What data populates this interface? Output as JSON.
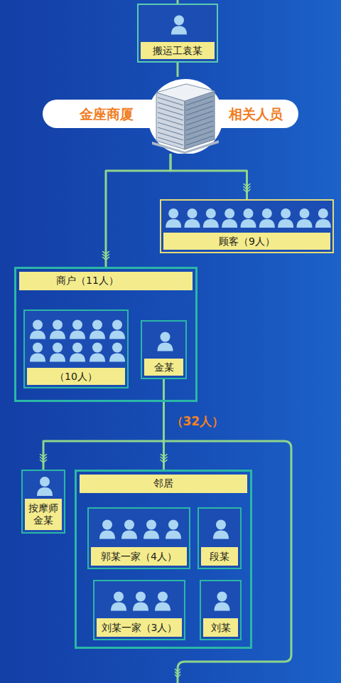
{
  "diagram": {
    "nodes": [
      {
        "text": [
          "搬运工袁某"
        ]
      },
      {
        "text": [
          "金座商厦",
          "相关人员"
        ]
      },
      {
        "text": [
          "顾客（9人）"
        ]
      },
      {
        "text": [
          "商户（11人）"
        ]
      },
      {
        "text": [
          "（10人）"
        ],
        "in": 3
      },
      {
        "text": [
          "金某"
        ],
        "in": 3
      },
      {
        "text": [
          "按摩师金某"
        ]
      },
      {
        "text": [
          "邻居"
        ]
      },
      {
        "text": [
          "郭某一家（4人）"
        ],
        "in": 7
      },
      {
        "text": [
          "段某"
        ],
        "in": 7
      },
      {
        "text": [
          "刘某一家（3人）"
        ],
        "in": 7
      },
      {
        "text": [
          "刘某"
        ],
        "in": 7
      }
    ],
    "edges": [
      {
        "from": 0,
        "to": 1,
        "arrow": "none"
      },
      {
        "from": 1,
        "to": 2,
        "arrow": "to"
      },
      {
        "from": 1,
        "to": 3,
        "arrow": "to"
      },
      {
        "from": 5,
        "to": 6,
        "arrow": "to"
      },
      {
        "from": 5,
        "to": 7,
        "label": "（32人）",
        "arrow": "to"
      }
    ]
  }
}
